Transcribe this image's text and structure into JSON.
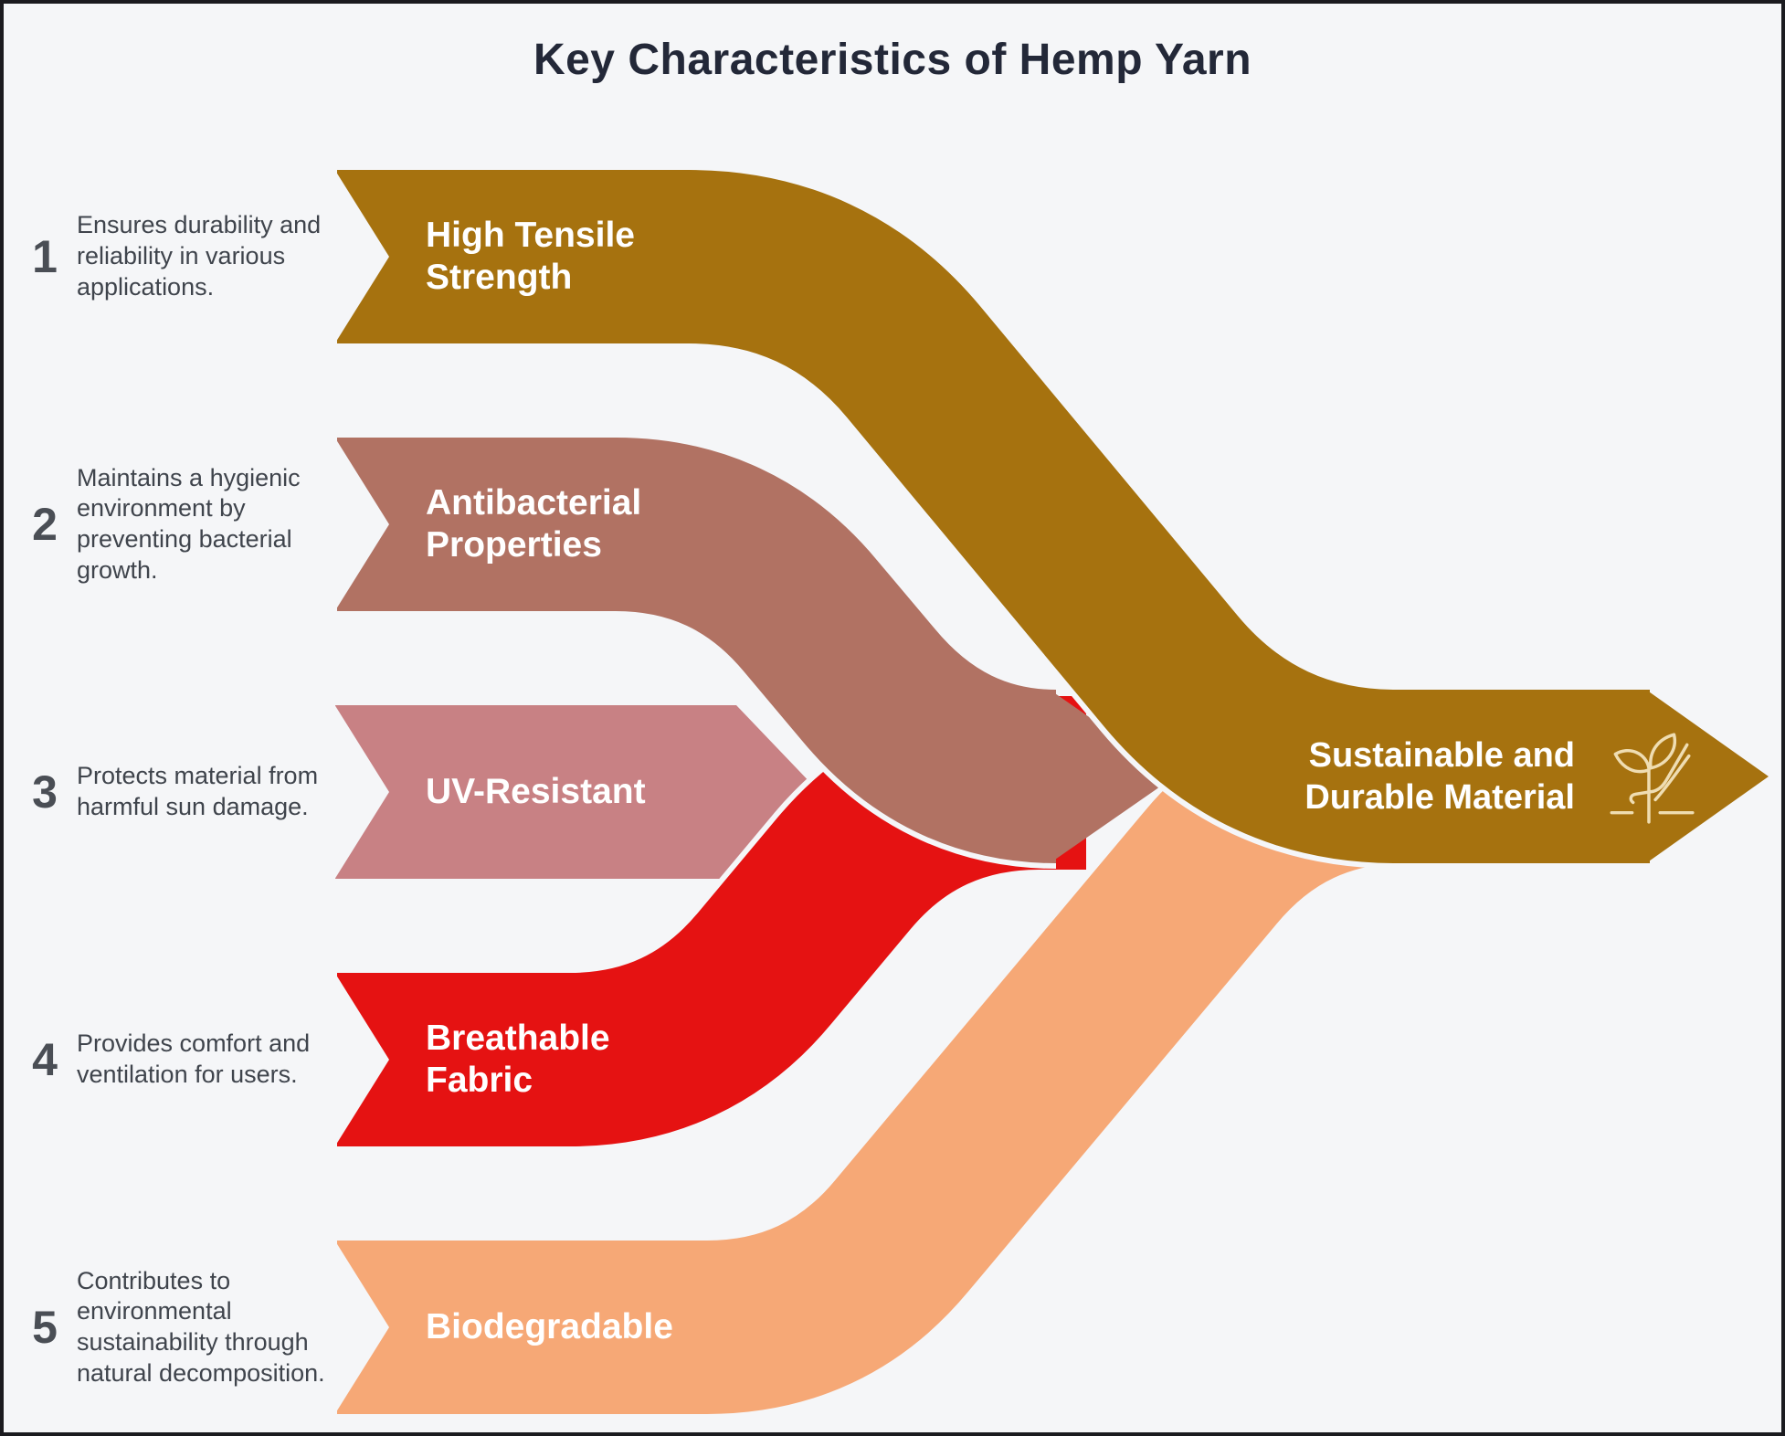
{
  "title": "Key Characteristics of Hemp Yarn",
  "items": [
    {
      "number": "1",
      "description": "Ensures durability and reliability in various applications.",
      "label": "High Tensile Strength",
      "color": "#a6720f"
    },
    {
      "number": "2",
      "description": "Maintains a hygienic environment by preventing bacterial growth.",
      "label": "Antibacterial Properties",
      "color": "#b17263"
    },
    {
      "number": "3",
      "description": "Protects material from harmful sun damage.",
      "label": "UV-Resistant",
      "color": "#c88184"
    },
    {
      "number": "4",
      "description": "Provides comfort and ventilation for users.",
      "label": "Breathable Fabric",
      "color": "#e51212"
    },
    {
      "number": "5",
      "description": "Contributes to environmental sustainability through natural decomposition.",
      "label": "Biodegradable",
      "color": "#f6a876"
    }
  ],
  "result": {
    "label": "Sustainable and Durable Material",
    "color": "#a6720f",
    "icon": "plant-sprout-icon"
  },
  "colors": {
    "background": "#f5f6f8",
    "title_text": "#232838",
    "number_text": "#4a4e55",
    "description_text": "#3f444c",
    "band_text": "#ffffff",
    "icon_stroke": "#efddb2",
    "frame_border": "#1b1b1f"
  }
}
